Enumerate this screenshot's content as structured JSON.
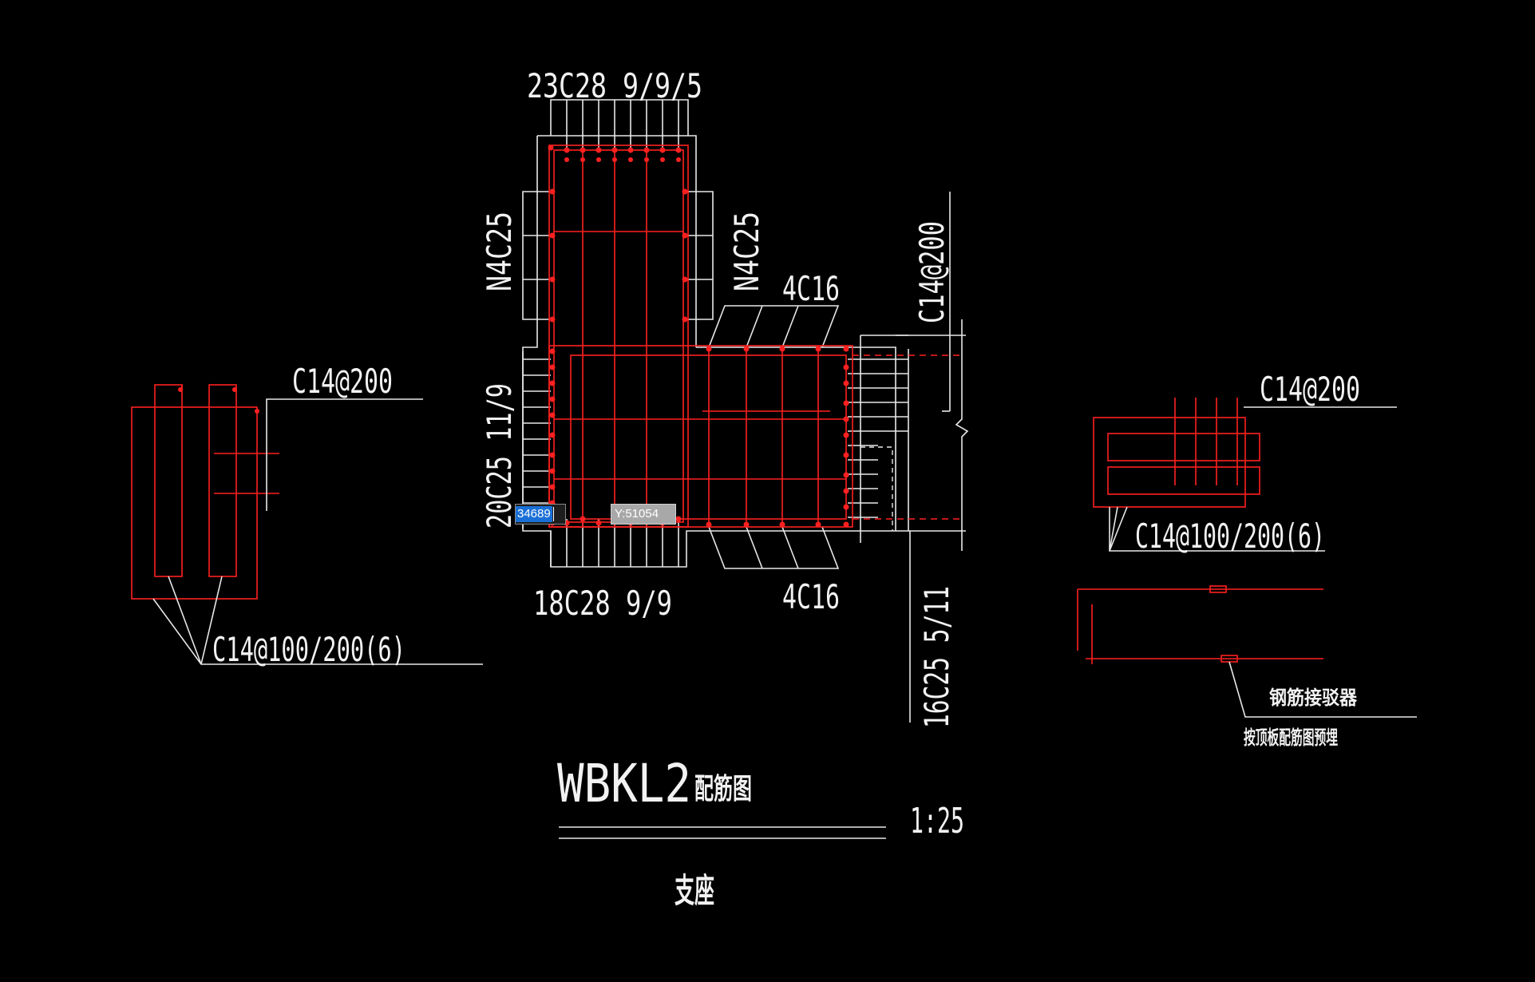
{
  "labels": {
    "top_bars": "23C28 9/9/5",
    "left_side_bars": "N4C25",
    "right_side_bars": "N4C25",
    "flange_top_bars": "4C16",
    "flange_bottom_bars": "4C16",
    "column_stirrup": "C14@200",
    "left_web_bars": "20C25 11/9",
    "bottom_bars": "18C28 9/9",
    "right_col_bars": "16C25 5/11",
    "left_stirrup_top": "C14@200",
    "left_stirrup_bottom": "C14@100/200(6)",
    "right_stirrup_top": "C14@200",
    "right_stirrup_bottom": "C14@100/200(6)",
    "coupler_label": "钢筋接驳器",
    "coupler_note": "按顶板配筋图预埋",
    "title_main": "WBKL2",
    "title_suffix": "配筋图",
    "scale": "1:25",
    "subtitle": "支座"
  },
  "dynamic_input": {
    "x_value": "34689",
    "y_value": "Y:51054"
  },
  "colors": {
    "background": "#000000",
    "outline": "#e8e8e8",
    "rebar": "#ff2020",
    "selection": "#1a6fd6"
  }
}
